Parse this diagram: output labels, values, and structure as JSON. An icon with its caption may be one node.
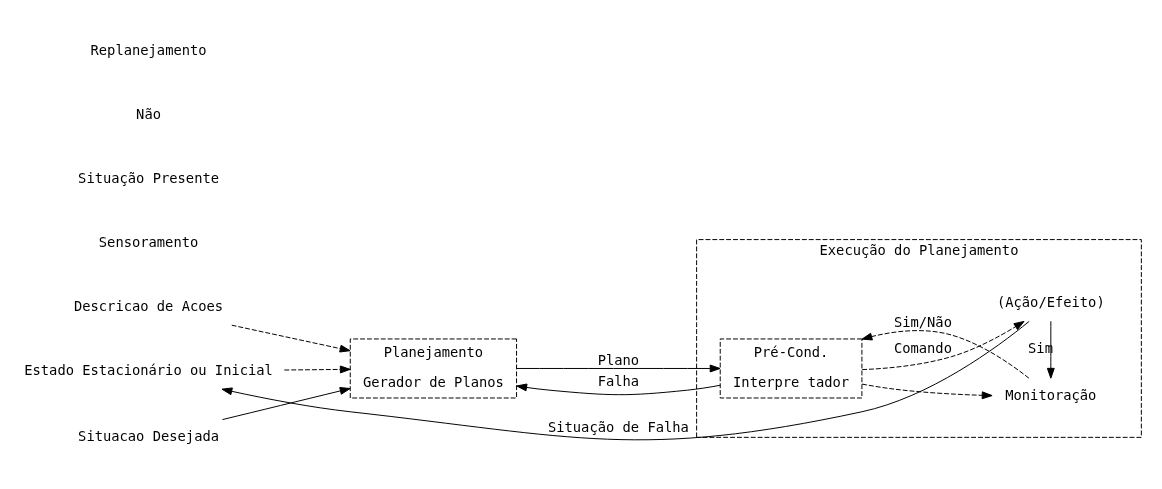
{
  "diagram": {
    "nodes": [
      {
        "text": [
          "Descricao de Acoes"
        ]
      },
      {
        "text": [
          "Situacao Desejada"
        ]
      },
      {
        "text": [
          "Estado Estacionário ou Inicial"
        ]
      },
      {
        "text": [
          "Planejamento",
          "Gerador de Planos"
        ]
      },
      {
        "text": [
          "Execução do Planejamento"
        ]
      },
      {
        "text": [
          "Pré-Cond.",
          "Interpre tador"
        ],
        "in": 4
      },
      {
        "text": [
          "Monitoração"
        ],
        "in": 4
      },
      {
        "text": [
          "(Ação/Efeito)"
        ],
        "in": 4
      }
    ],
    "edges": [
      {
        "from": 0,
        "to": 3,
        "arrow": "to",
        "style": "dashed"
      },
      {
        "from": 1,
        "to": 3,
        "arrow": "to"
      },
      {
        "from": 2,
        "to": 3,
        "arrow": "to",
        "style": "dashed"
      },
      {
        "from": 3,
        "to": 5,
        "arrow": "to",
        "label": "Plano"
      },
      {
        "from": 5,
        "to": 3,
        "arrow": "to",
        "label": "Falha"
      },
      {
        "from": 5,
        "to": 6,
        "arrow": "to",
        "style": "dashed"
      },
      {
        "from": 6,
        "to": 5,
        "arrow": "to",
        "style": "dashed",
        "label": "Sim/Não"
      },
      {
        "from": 5,
        "to": 7,
        "arrow": "to",
        "style": "dashed",
        "label": "Comando"
      },
      {
        "from": 7,
        "to": 6,
        "arrow": "to",
        "label": "Sim"
      },
      {
        "from": 7,
        "to": 2,
        "arrow": "to",
        "label": "Situação de Falha"
      }
    ],
    "labels": [
      "Sensoramento",
      "Situação Presente",
      "Não",
      "Replanejamento"
    ]
  }
}
